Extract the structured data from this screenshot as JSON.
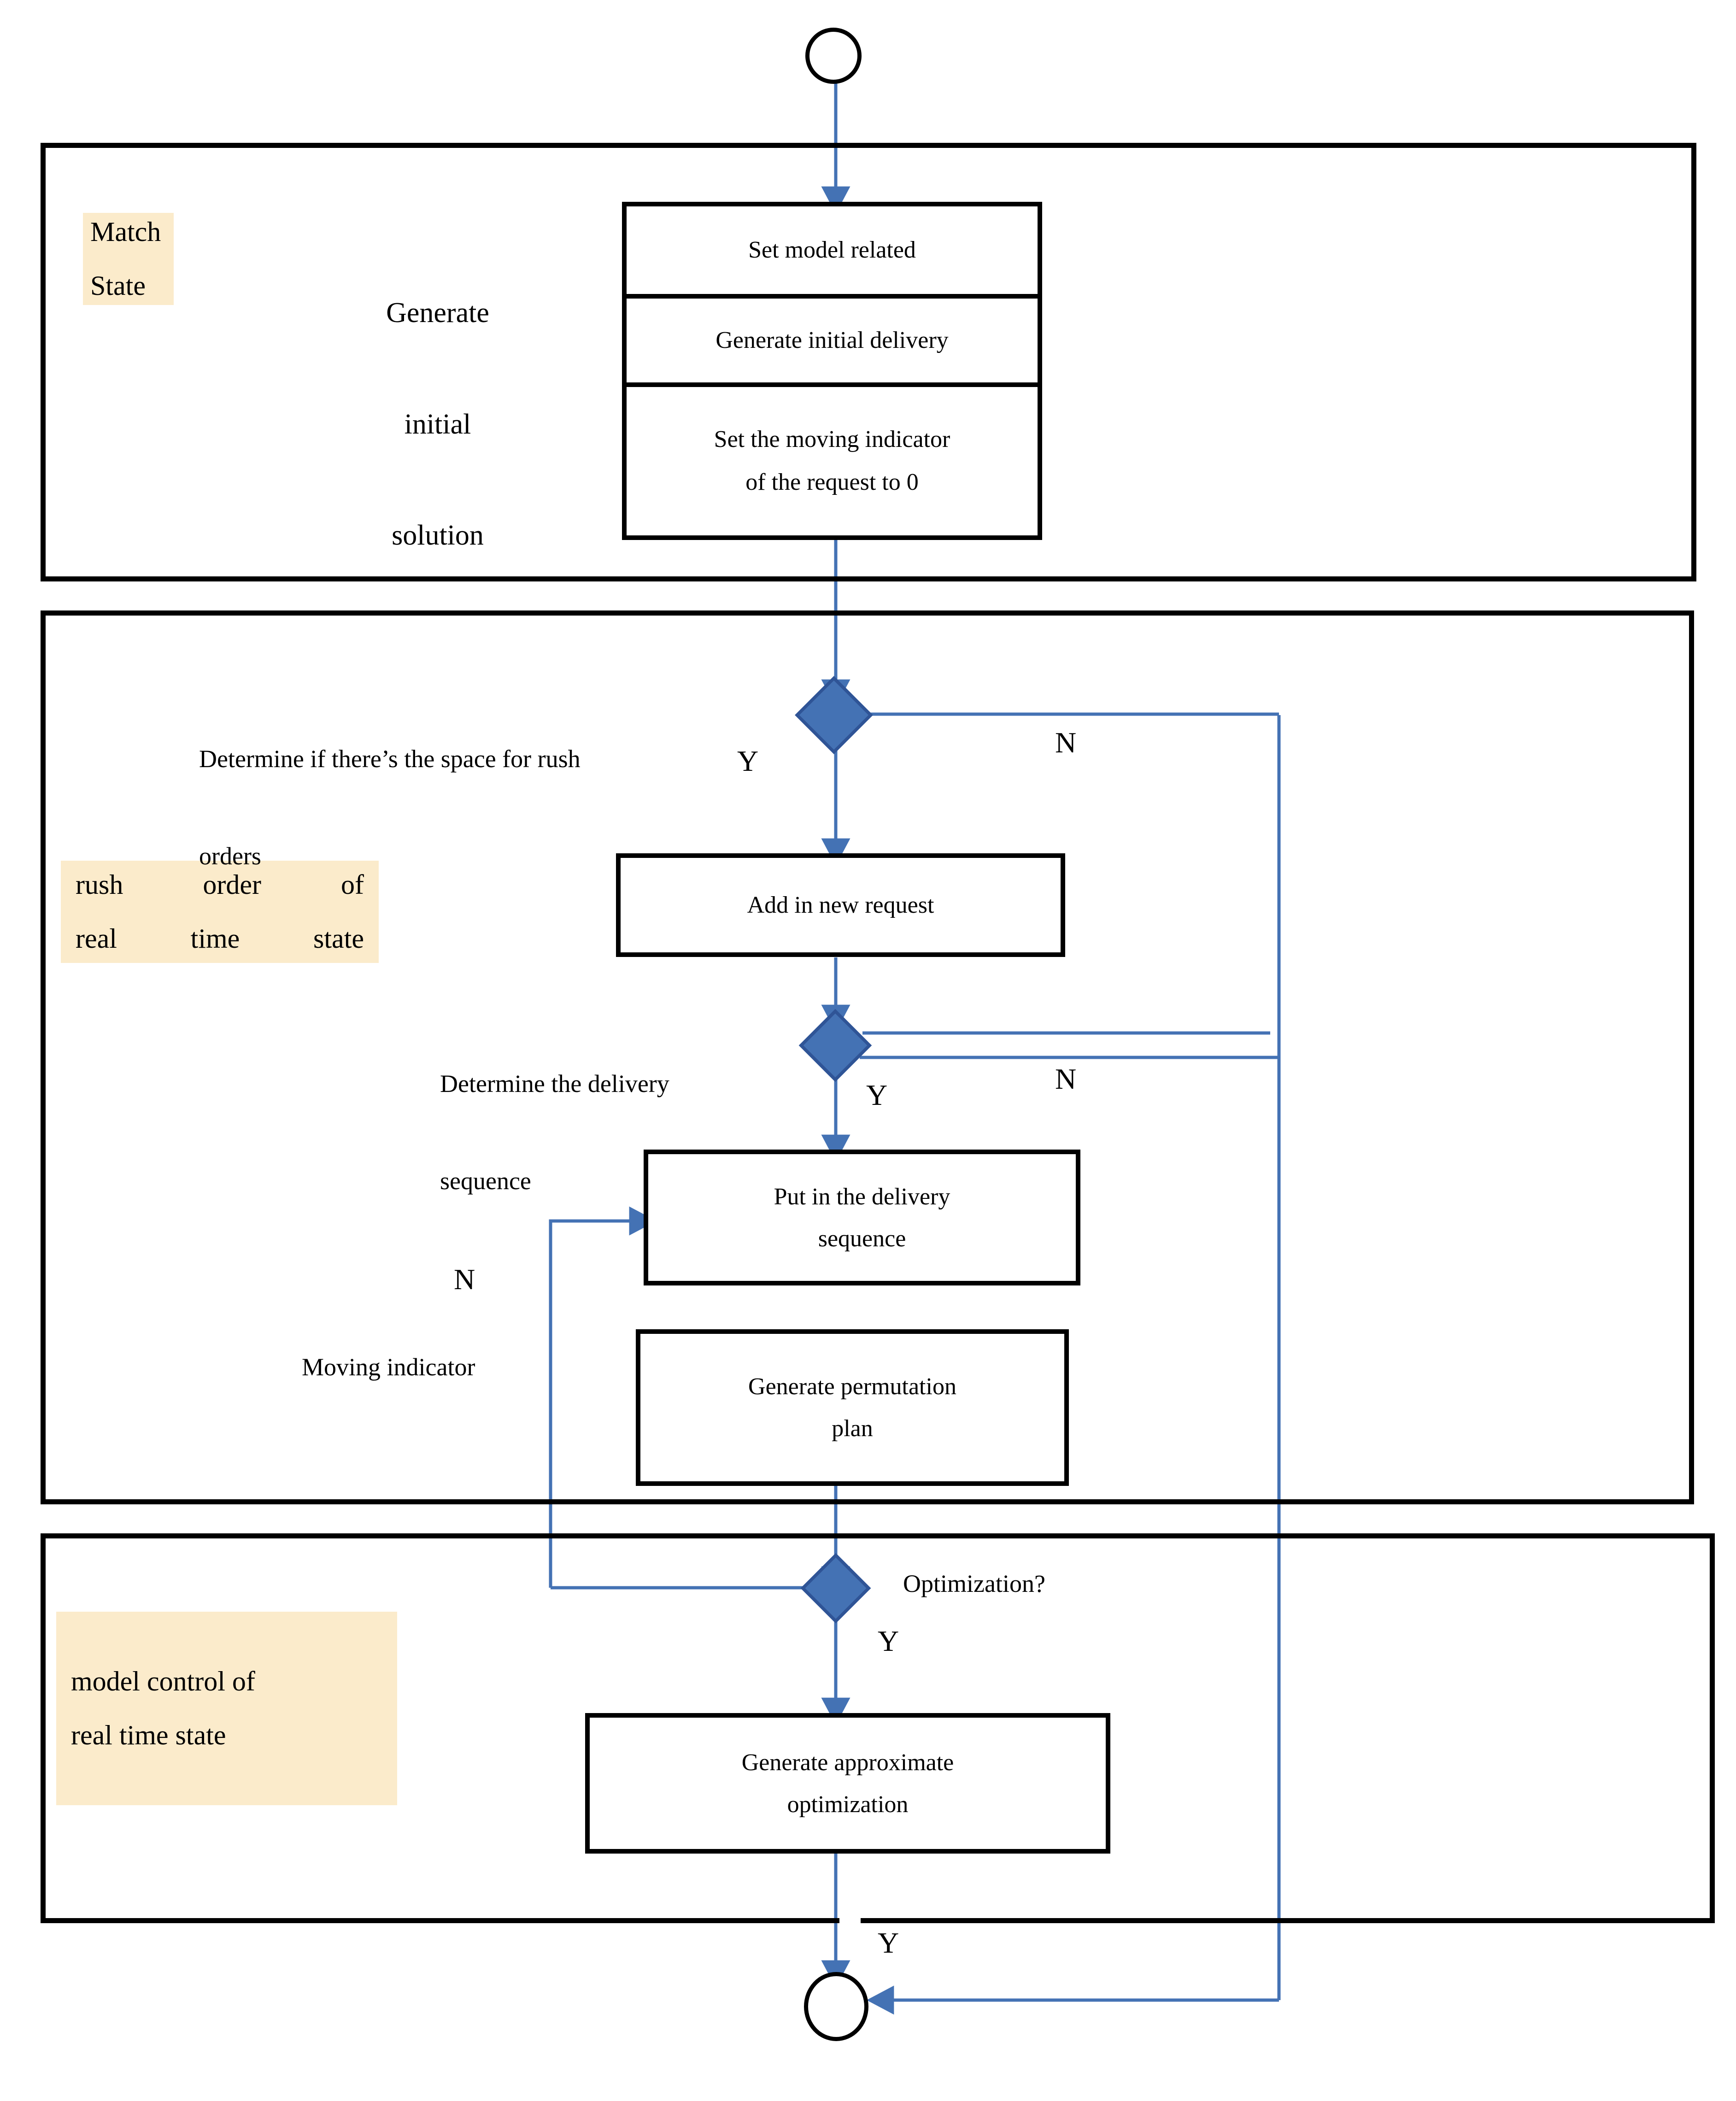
{
  "diagram": {
    "title": "Flowchart of real-time delivery scheduling model",
    "accent_color": "#4472B4",
    "accent_stroke": "#2F5496",
    "highlight_color": "#FBEBCB",
    "line_color": "#000000"
  },
  "terminators": {
    "start": "start-node",
    "end": "end-node"
  },
  "lanes": [
    {
      "id": "match-state",
      "label_lines": [
        "Match",
        "State"
      ],
      "label_justified": false
    },
    {
      "id": "rush-order",
      "label_lines": [
        "rush  order  of",
        "real  time  state"
      ],
      "label_justified": true
    },
    {
      "id": "model-control",
      "label_lines": [
        "model control of",
        "real time state"
      ],
      "label_justified": false
    }
  ],
  "captions": {
    "generate_initial_solution": [
      "Generate",
      "initial",
      "solution"
    ],
    "determine_space": [
      "Determine if there’s the space for rush",
      "orders"
    ],
    "determine_sequence": [
      "Determine the delivery",
      "sequence"
    ],
    "moving_indicator": "Moving indicator",
    "optimization": "Optimization?"
  },
  "nodes": {
    "init_stack": {
      "rows": [
        {
          "lines": [
            "Set model related"
          ]
        },
        {
          "lines": [
            "Generate initial delivery"
          ]
        },
        {
          "lines": [
            "Set the moving indicator",
            "of the request to 0"
          ]
        }
      ]
    },
    "add_request": {
      "lines": [
        "Add in new request"
      ]
    },
    "put_sequence": {
      "lines": [
        "Put in the delivery",
        "sequence"
      ]
    },
    "generate_permutation": {
      "lines": [
        "Generate permutation",
        "plan"
      ]
    },
    "generate_optimization": {
      "lines": [
        "Generate approximate",
        "optimization"
      ]
    }
  },
  "decisions": [
    {
      "id": "space-for-rush-orders",
      "yes": "Y",
      "no": "N"
    },
    {
      "id": "delivery-sequence",
      "yes": "Y",
      "no": "N"
    },
    {
      "id": "optimization",
      "yes": "Y",
      "no": "N"
    }
  ],
  "branch_labels": {
    "d1_yes": "Y",
    "d1_no": "N",
    "d2_yes": "Y",
    "d2_no": "N",
    "d3_yes": "Y",
    "loop_no": "N",
    "end_yes": "Y"
  }
}
